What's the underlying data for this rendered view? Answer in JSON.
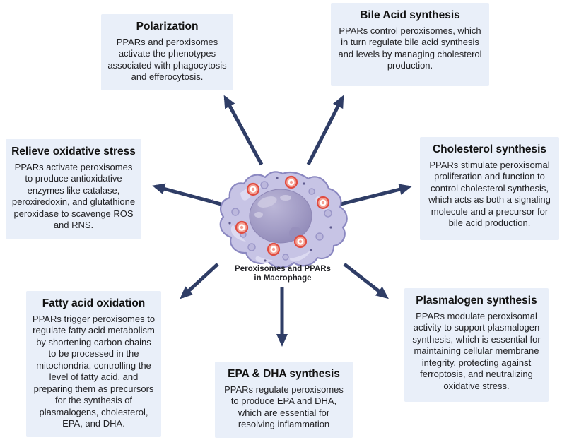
{
  "diagram": {
    "center": {
      "label_line1": "Peroxisomes and PPARs",
      "label_line2": "in Macrophage"
    },
    "boxes": {
      "polarization": {
        "title": "Polarization",
        "body": "PPARs and peroxisomes activate the phenotypes associated with phagocytosis and efferocytosis."
      },
      "bile_acid": {
        "title": "Bile Acid synthesis",
        "body": "PPARs control peroxisomes, which in turn regulate bile acid synthesis and levels by managing cholesterol production."
      },
      "relieve_oxidative_stress": {
        "title": "Relieve oxidative stress",
        "body": "PPARs activate peroxisomes to produce antioxidative enzymes like catalase, peroxiredoxin, and glutathione peroxidase to scavenge ROS and RNS."
      },
      "cholesterol": {
        "title": "Cholesterol synthesis",
        "body": "PPARs stimulate peroxisomal proliferation and function to control cholesterol synthesis, which acts as both a signaling molecule and a precursor for bile acid production."
      },
      "fatty_acid": {
        "title": "Fatty acid oxidation",
        "body": "PPARs trigger peroxisomes to regulate fatty acid metabolism by shortening carbon chains to be processed in the mitochondria, controlling the level of fatty acid, and preparing them as precursors for the synthesis of plasmalogens, cholesterol, EPA, and DHA."
      },
      "epa_dha": {
        "title": "EPA & DHA synthesis",
        "body": "PPARs regulate peroxisomes to produce EPA and DHA, which are essential for resolving inflammation"
      },
      "plasmalogen": {
        "title": "Plasmalogen synthesis",
        "body": "PPARs modulate peroxisomal activity to support plasmalogen synthesis, which is essential for maintaining cellular membrane integrity, protecting against ferroptosis, and neutralizing oxidative stress."
      }
    },
    "colors": {
      "box_background": "#e9eff9",
      "arrow": "#2f3d66",
      "cell_body": "#c7c4e5",
      "cell_outline": "#8b88c1",
      "nucleus": "#9d97c2",
      "peroxisome_ring": "#e04c41",
      "peroxisome_fill": "#f5a193"
    }
  }
}
